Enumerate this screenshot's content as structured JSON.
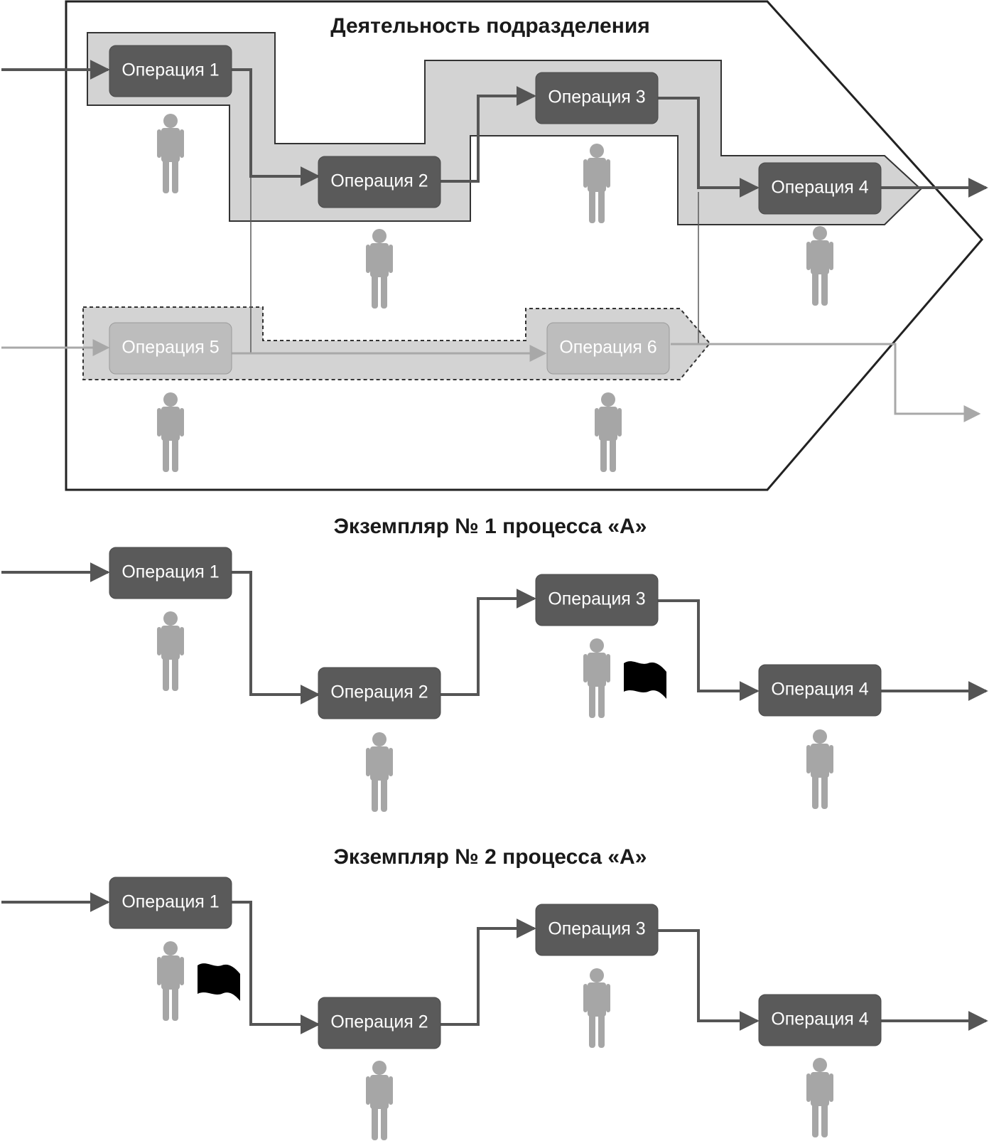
{
  "colors": {
    "dark_box": "#5a5a5a",
    "light_box": "#bdbdbd",
    "band": "#d3d3d3",
    "person": "#a6a6a6",
    "arrow_dark": "#555555",
    "arrow_light": "#a8a8a8"
  },
  "top": {
    "title": "Деятельность подразделения",
    "ops": {
      "op1": "Операция 1",
      "op2": "Операция 2",
      "op3": "Операция 3",
      "op4": "Операция 4",
      "op5": "Операция 5",
      "op6": "Операция 6"
    }
  },
  "instance1": {
    "title": "Экземпляр № 1 процесса «А»",
    "ops": {
      "op1": "Операция 1",
      "op2": "Операция 2",
      "op3": "Операция 3",
      "op4": "Операция 4"
    },
    "flag_at": "Операция 3"
  },
  "instance2": {
    "title": "Экземпляр № 2 процесса «А»",
    "ops": {
      "op1": "Операция 1",
      "op2": "Операция 2",
      "op3": "Операция 3",
      "op4": "Операция 4"
    },
    "flag_at": "Операция 1"
  },
  "icons": [
    "person-icon",
    "flag-icon",
    "arrow-icon"
  ]
}
